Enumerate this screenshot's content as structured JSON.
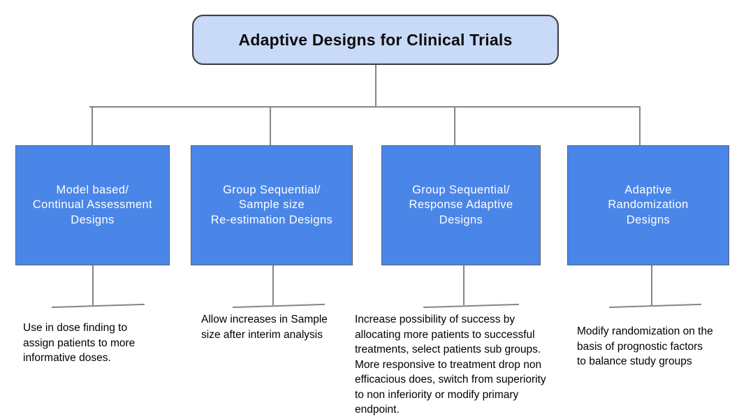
{
  "title": "Adaptive Designs for Clinical Trials",
  "branches": [
    {
      "label": "Model based/\nContinual Assessment\nDesigns",
      "description": "Use in dose finding to\nassign patients to more\ninformative doses."
    },
    {
      "label": "Group Sequential/\nSample size\nRe-estimation Designs",
      "description": "Allow increases in Sample\nsize after interim analysis"
    },
    {
      "label": "Group Sequential/\nResponse Adaptive\nDesigns",
      "description": "Increase possibility of success by\nallocating more patients to successful\ntreatments, select patients sub groups.\nMore responsive to treatment drop non\nefficacious does, switch from superiority\nto non inferiority or modify primary\nendpoint."
    },
    {
      "label": "Adaptive\nRandomization\nDesigns",
      "description": "Modify randomization on the\nbasis of prognostic factors\nto balance study groups"
    }
  ],
  "colors": {
    "node_fill": "#4a86e8",
    "node_text": "#ffffff",
    "title_fill": "#c9daf8",
    "title_text": "#0d0d0d",
    "connector": "#858585",
    "border": "#606060",
    "title_border": "#3f3f3f",
    "desc_text": "#000000"
  }
}
